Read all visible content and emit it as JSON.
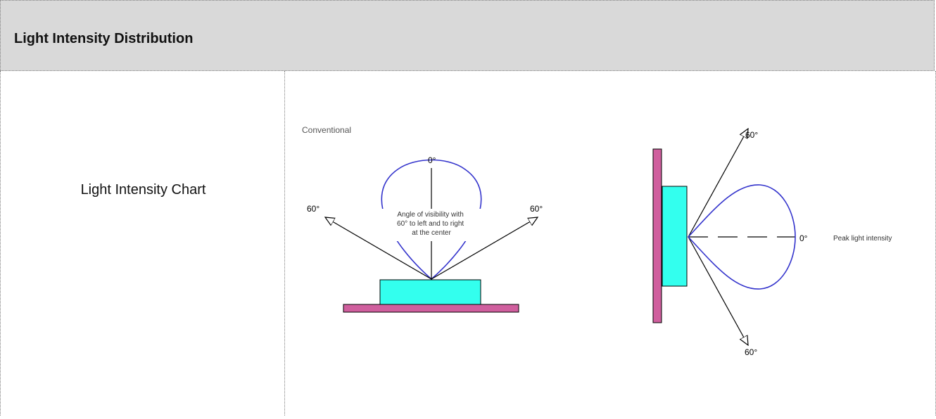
{
  "header": {
    "title": "Light Intensity Distribution"
  },
  "row": {
    "label": "Light Intensity Chart"
  },
  "diagram": {
    "conventional": {
      "caption": "Conventional",
      "top_angle": "0°",
      "left_angle": "60°",
      "right_angle": "60°",
      "description_lines": [
        "Angle of visibility with",
        "60° to left and to right",
        "at the center"
      ]
    },
    "side": {
      "top_angle": "60°",
      "bottom_angle": "60°",
      "peak_angle": "0°",
      "peak_label": "Peak light intensity"
    },
    "colors": {
      "led_body": "#33ffee",
      "base_plate": "#d05f9e",
      "lobe": "#3333cc",
      "arrows": "#000000",
      "caption_text": "#555555"
    }
  }
}
